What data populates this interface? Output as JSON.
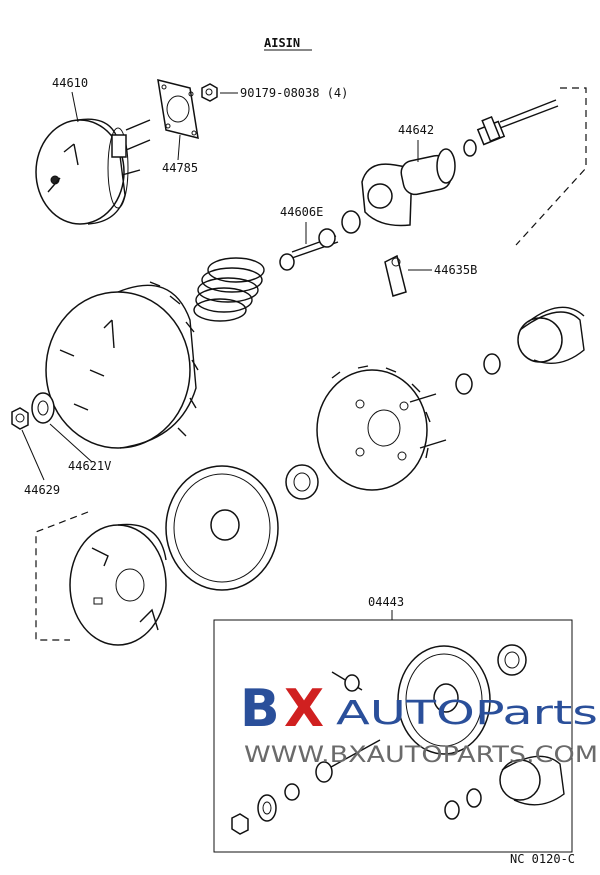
{
  "brand_title": "AISIN",
  "part_labels": {
    "p44610": "44610",
    "p90179": "90179-08038 (4)",
    "p44785": "44785",
    "p44642": "44642",
    "p44606E": "44606E",
    "p44635B": "44635B",
    "p44621V": "44621V",
    "p44629": "44629",
    "p04443": "04443"
  },
  "diagram_code": "NC 0120-C",
  "watermark": {
    "brand_b": "B",
    "brand_x": "X",
    "brand_auto": "AUTOParts",
    "url": "WWW.BXAUTOPARTS.COM"
  },
  "colors": {
    "line": "#111111",
    "watermark_blue": "#2a4f9a",
    "watermark_red": "#d02020",
    "watermark_gray": "#6a6a6a"
  }
}
